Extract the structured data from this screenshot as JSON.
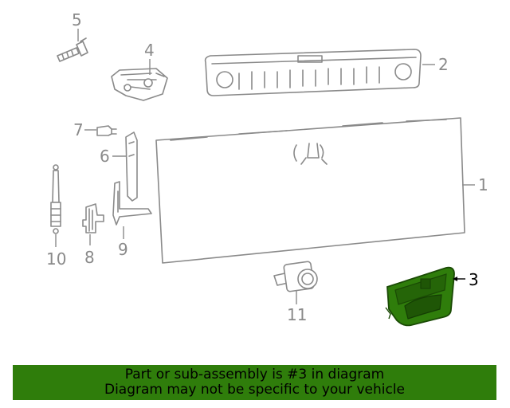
{
  "diagram": {
    "callouts": [
      "1",
      "2",
      "3",
      "4",
      "5",
      "6",
      "7",
      "8",
      "9",
      "10",
      "11"
    ],
    "highlighted_part": "3",
    "colors": {
      "line": "#8a8a8a",
      "highlight_fill": "#2f7d0b",
      "highlight_stroke": "#1a4a05"
    }
  },
  "banner": {
    "line1": "Part or sub-assembly is #3 in diagram",
    "line2": "Diagram may not be specific to your vehicle",
    "background": "#2f7d0b"
  }
}
